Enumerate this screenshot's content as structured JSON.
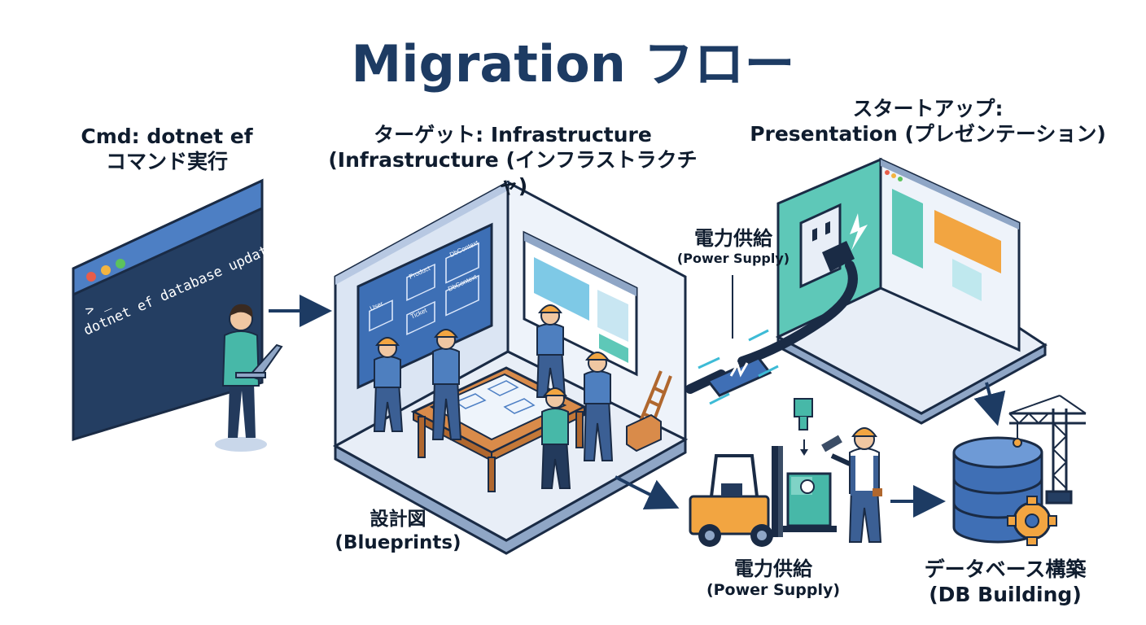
{
  "title": "Migration フロー",
  "cmd": {
    "line1": "Cmd: dotnet ef",
    "line2": "コマンド実行",
    "prompt": "> _",
    "command": "dotnet ef database update"
  },
  "target": {
    "line1": "ターゲット: Infrastructure",
    "line2": "(Infrastructure (インフラストラクチャ)"
  },
  "startup": {
    "line1": "スタートアップ:",
    "line2": "Presentation (プレゼンテーション)"
  },
  "power_supply_top": {
    "line1": "電力供給",
    "line2": "(Power Supply)"
  },
  "blueprints": {
    "line1": "設計図",
    "line2": "(Blueprints)"
  },
  "power_supply_bottom": {
    "line1": "電力供給",
    "line2": "(Power Supply)"
  },
  "db_building": {
    "line1": "データベース構築",
    "line2": "(DB Building)"
  },
  "diagram_boxes": [
    "User",
    "Product",
    "DbContext",
    "DbContext",
    "Ticket"
  ],
  "colors": {
    "navy": "#1d3b63",
    "terminal": "#243e62",
    "accent_blue": "#4d7fc4",
    "teal": "#5ec8b8",
    "orange": "#f2a541",
    "db_blue": "#3f6fb5"
  }
}
